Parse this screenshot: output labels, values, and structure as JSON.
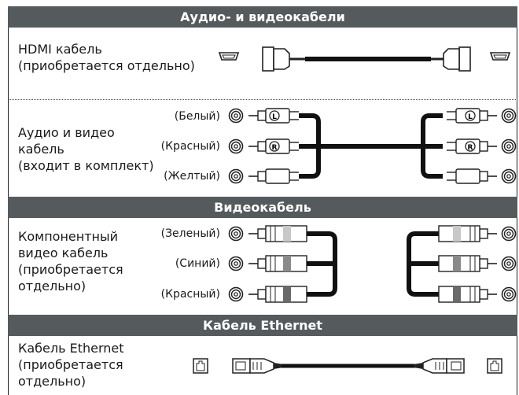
{
  "sections": [
    {
      "header": "Аудио- и видеокабели",
      "rows": [
        {
          "label": "HDMI кабель\n(приобретается отдельно)",
          "type": "hdmi",
          "colors": []
        },
        {
          "label": "Аудио и видео\nкабель\n(входит в комплект)",
          "type": "rca",
          "colors": [
            "(Белый)",
            "(Красный)",
            "(Желтый)"
          ],
          "plug_marks": [
            "L",
            "R",
            ""
          ]
        }
      ]
    },
    {
      "header": "Видеокабель",
      "rows": [
        {
          "label": "Компонентный\nвидео кабель\n(приобретается\nотдельно)",
          "type": "component",
          "colors": [
            "(Зеленый)",
            "(Синий)",
            "(Красный)"
          ]
        }
      ]
    },
    {
      "header": "Кабель Ethernet",
      "rows": [
        {
          "label": "Кабель Ethernet\n(приобретается\nотдельно)",
          "type": "ethernet",
          "colors": []
        }
      ]
    }
  ]
}
